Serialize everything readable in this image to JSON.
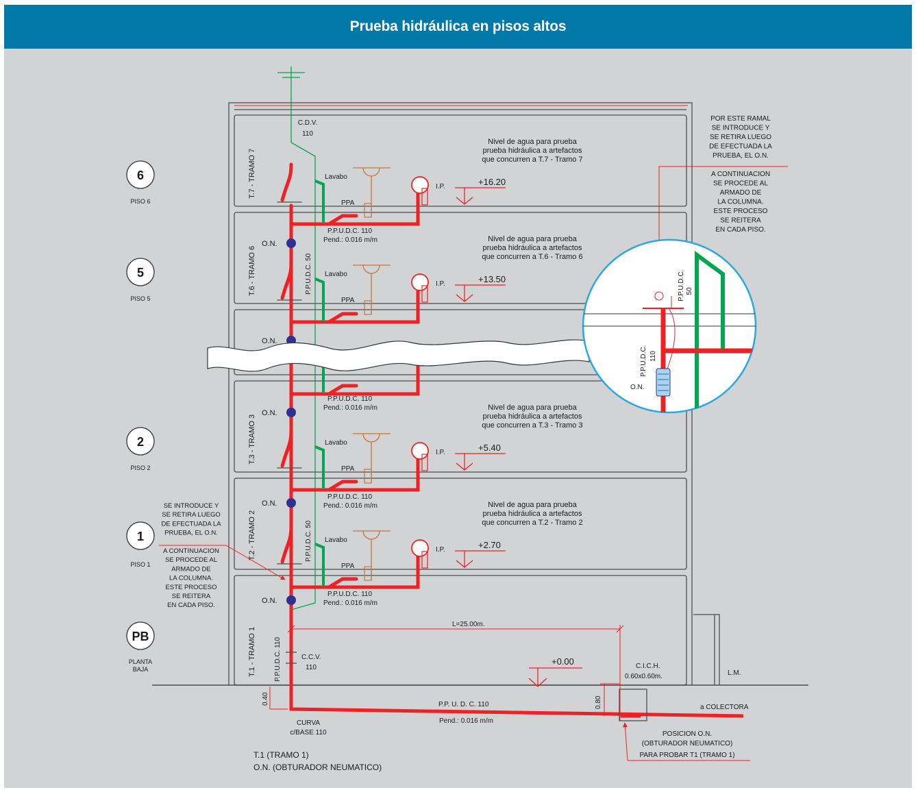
{
  "title": "Prueba hidráulica en pisos altos",
  "floors": [
    {
      "num": "6",
      "label": "PISO 6"
    },
    {
      "num": "5",
      "label": "PISO 5"
    },
    {
      "num": "2",
      "label": "PISO 2"
    },
    {
      "num": "1",
      "label": "PISO 1"
    },
    {
      "num": "PB",
      "label1": "PLANTA",
      "label2": "BAJA"
    }
  ],
  "tramos": [
    "T.7 - TRAMO 7",
    "T.6 - TRAMO 6",
    "T.3 - TRAMO 3",
    "T.2 - TRAMO 2",
    "T.1 - TRAMO 1"
  ],
  "cdv": {
    "l1": "C.D.V.",
    "l2": "110"
  },
  "lavabo": "Lavabo",
  "ppa": "PPA",
  "ip": "I.P.",
  "on": "O.N.",
  "ppudc110": "P.P.U.D.C. 110",
  "pend": "Pend.: 0.016 m/m",
  "ppudc50": "P.P.U.D.C. 50",
  "levels": [
    {
      "n1": "Nivel de agua para prueba",
      "n2": "prueba hidráulica a artefactos",
      "n3": "que concurren a T.7 - Tramo 7",
      "value": "+16.20"
    },
    {
      "n1": "Nivel de agua para prueba",
      "n2": "prueba hidráulica a artefactos",
      "n3": "que concurren a T.6 - Tramo 6",
      "value": "+13.50"
    },
    {
      "n1": "Nivel de agua para prueba",
      "n2": "prueba hidráulica a artefactos",
      "n3": "que concurren a T.3 - Tramo 3",
      "value": "+5.40"
    },
    {
      "n1": "Nivel de agua para prueba",
      "n2": "prueba hidráulica a artefactos",
      "n3": "que concurren a T.2 - Tramo 2",
      "value": "+2.70"
    }
  ],
  "note_right": [
    "POR ESTE RAMAL",
    "SE INTRODUCE Y",
    "SE RETIRA LUEGO",
    "DE EFECTUADA LA",
    "PRUEBA, EL O.N.",
    "",
    "A CONTINUACION",
    "SE PROCEDE AL",
    "ARMADO DE",
    "LA COLUMNA.",
    "ESTE PROCESO",
    "SE REITERA",
    "EN CADA PISO."
  ],
  "note_left": [
    "SE INTRODUCE Y",
    "SE RETIRA LUEGO",
    "DE EFECTUADA LA",
    "PRUEBA, EL O.N.",
    "",
    "A CONTINUACION",
    "SE PROCEDE AL",
    "ARMADO DE",
    "LA COLUMNA.",
    "ESTE PROCESO",
    "SE REITERA",
    "EN CADA PISO."
  ],
  "detail": {
    "ppudc50_1": "P.P.U.D.C.",
    "ppudc50_2": "50",
    "ppudc110_1": "P.P.U.D.C.",
    "ppudc110_2": "110",
    "on": "O.N."
  },
  "ground": {
    "length": "L=25.00m.",
    "ppudc110_v": "P.P.U.D.C. 110",
    "ccv1": "C.C.V.",
    "ccv2": "110",
    "level0": "+0.00",
    "cich1": "C.I.C.H.",
    "cich2": "0.60x0.60m.",
    "lm": "L.M.",
    "dim040": "0.40",
    "dim080": "0.80",
    "pipe": "P.P. U. D. C. 110",
    "pend": "Pend.: 0.016 m/m",
    "colectora": "a COLECTORA",
    "curva1": "CURVA",
    "curva2": "c/BASE 110",
    "pos1": "POSICION O.N.",
    "pos2": "(OBTURADOR NEUMATICO)",
    "pos3": "PARA PROBAR T1 (TRAMO 1)",
    "legend1": "T.1 (TRAMO 1)",
    "legend2": "O.N. (OBTURADOR NEUMATICO)"
  },
  "colors": {
    "header": "#0078a8",
    "pipe": "#ee2224",
    "vent": "#00a651",
    "fixture": "#c8753a",
    "plug": "#2e3192",
    "line": "#4d4d4d"
  }
}
